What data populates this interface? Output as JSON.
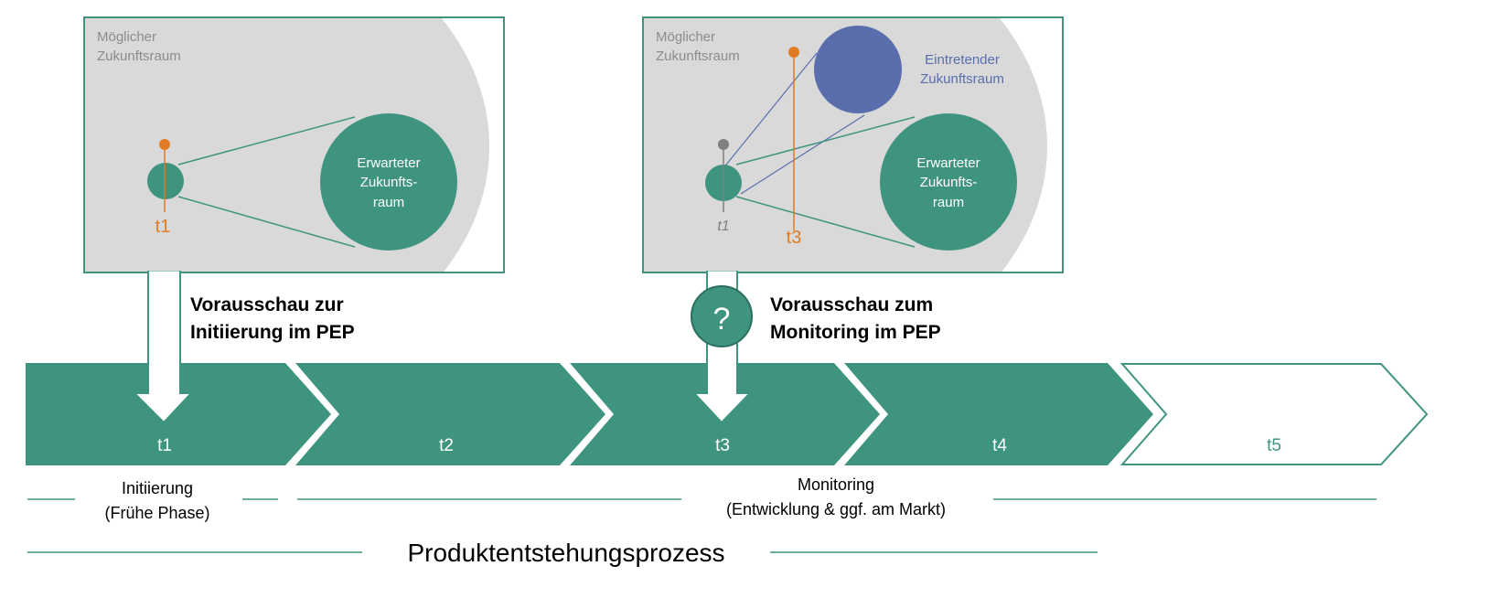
{
  "colors": {
    "teal": "#3f9480",
    "orange": "#e07b24",
    "blue": "#5a6ead",
    "gray": "#d9d9d9",
    "dark_gray": "#808080",
    "text_gray": "#8c8c8c",
    "white": "#ffffff",
    "black": "#000000"
  },
  "panel_left": {
    "possible_label": [
      "Möglicher",
      "Zukunftsraum"
    ],
    "expected_label": [
      "Erwarteter",
      "Zukunfts-",
      "raum"
    ],
    "time_label": "t1"
  },
  "panel_right": {
    "possible_label": [
      "Möglicher",
      "Zukunftsraum"
    ],
    "occurring_label": [
      "Eintretender",
      "Zukunftsraum"
    ],
    "expected_label": [
      "Erwarteter",
      "Zukunfts-",
      "raum"
    ],
    "time_label_t1": "t1",
    "time_label_t3": "t3"
  },
  "foresight_initiation": [
    "Vorausschau zur",
    "Initiierung im PEP"
  ],
  "foresight_monitoring": [
    "Vorausschau zum",
    "Monitoring im PEP"
  ],
  "question_mark": "?",
  "phases": [
    "t1",
    "t2",
    "t3",
    "t4",
    "t5"
  ],
  "bottom": {
    "initiation": [
      "Initiierung",
      "(Frühe Phase)"
    ],
    "monitoring": [
      "Monitoring",
      "(Entwicklung & ggf. am Markt)"
    ],
    "process": "Produktentstehungsprozess"
  }
}
